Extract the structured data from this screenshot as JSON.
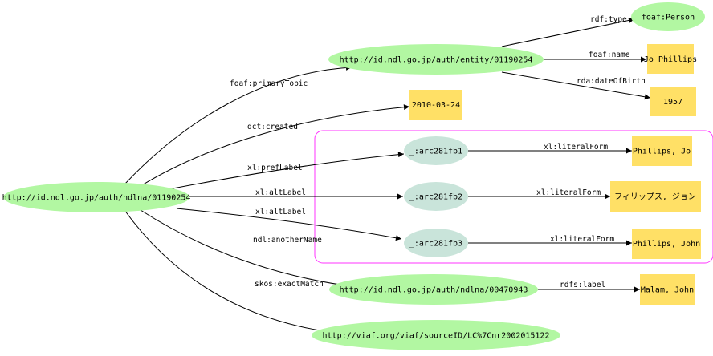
{
  "colors": {
    "uri_node": "#b2f7a2",
    "blank_node": "#c9e4da",
    "literal_node": "#ffe066",
    "cluster_border": "#ff33ff",
    "edge": "#000000"
  },
  "nodes": {
    "ndlna_main": {
      "label": "http://id.ndl.go.jp/auth/ndlna/01190254",
      "kind": "uri"
    },
    "entity": {
      "label": "http://id.ndl.go.jp/auth/entity/01190254",
      "kind": "uri"
    },
    "foaf_person": {
      "label": "foaf:Person",
      "kind": "uri"
    },
    "name_lit": {
      "label": "Jo Phillips",
      "kind": "literal"
    },
    "birth_lit": {
      "label": "1957",
      "kind": "literal"
    },
    "created_lit": {
      "label": "2010-03-24",
      "kind": "literal"
    },
    "b1": {
      "label": "_:arc281fb1",
      "kind": "blank"
    },
    "b2": {
      "label": "_:arc281fb2",
      "kind": "blank"
    },
    "b3": {
      "label": "_:arc281fb3",
      "kind": "blank"
    },
    "lit1": {
      "label": "Phillips, Jo",
      "kind": "literal"
    },
    "lit2": {
      "label": "フィリップス, ジョン",
      "kind": "literal"
    },
    "lit3": {
      "label": "Phillips, John",
      "kind": "literal"
    },
    "ndlna_other": {
      "label": "http://id.ndl.go.jp/auth/ndlna/00470943",
      "kind": "uri"
    },
    "other_lit": {
      "label": "Malam, John",
      "kind": "literal"
    },
    "viaf": {
      "label": "http://viaf.org/viaf/sourceID/LC%7Cnr2002015122",
      "kind": "uri"
    }
  },
  "edges": {
    "primary_topic": "foaf:primaryTopic",
    "rdf_type": "rdf:type",
    "foaf_name": "foaf:name",
    "rda_dob": "rda:dateOfBirth",
    "dct_created": "dct:created",
    "pref_label": "xl:prefLabel",
    "alt_label_1": "xl:altLabel",
    "alt_label_2": "xl:altLabel",
    "literal_form_1": "xl:literalForm",
    "literal_form_2": "xl:literalForm",
    "literal_form_3": "xl:literalForm",
    "another_name": "ndl:anotherName",
    "rdfs_label": "rdfs:label",
    "exact_match": "skos:exactMatch"
  }
}
